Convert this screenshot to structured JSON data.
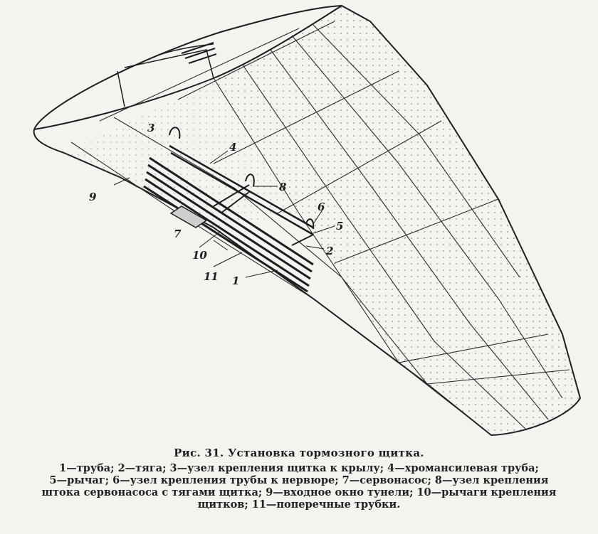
{
  "figure": {
    "title": "Рис. 31. Установка тормозного щитка.",
    "callouts": [
      {
        "num": "1",
        "desc": "труба"
      },
      {
        "num": "2",
        "desc": "тяга"
      },
      {
        "num": "3",
        "desc": "узел крепления щитка к крылу"
      },
      {
        "num": "4",
        "desc": "хромансилевая труба"
      },
      {
        "num": "5",
        "desc": "рычаг"
      },
      {
        "num": "6",
        "desc": "узел крепления трубы к нервюре"
      },
      {
        "num": "7",
        "desc": "сервонасос"
      },
      {
        "num": "8",
        "desc": "узел крепления штока сервонасоса с тягами щитка"
      },
      {
        "num": "9",
        "desc": "входное окно тунели"
      },
      {
        "num": "10",
        "desc": "рычаги крепления щитков"
      },
      {
        "num": "11",
        "desc": "поперечные трубки"
      }
    ],
    "legend_lines": [
      "1—труба; 2—тяга; 3—узел крепления щитка к крылу; 4—хромансилевая труба;",
      "5—рычаг; 6—узел крепления трубы к нервюре; 7—сервонасос; 8—узел крепления",
      "штока сервонасоса с тягами щитка; 9—входное окно тунели; 10—рычаги крепления",
      "щитков; 11—поперечные трубки."
    ]
  },
  "colors": {
    "ink": "#1e1e1e",
    "paper": "#f4f3ef"
  }
}
